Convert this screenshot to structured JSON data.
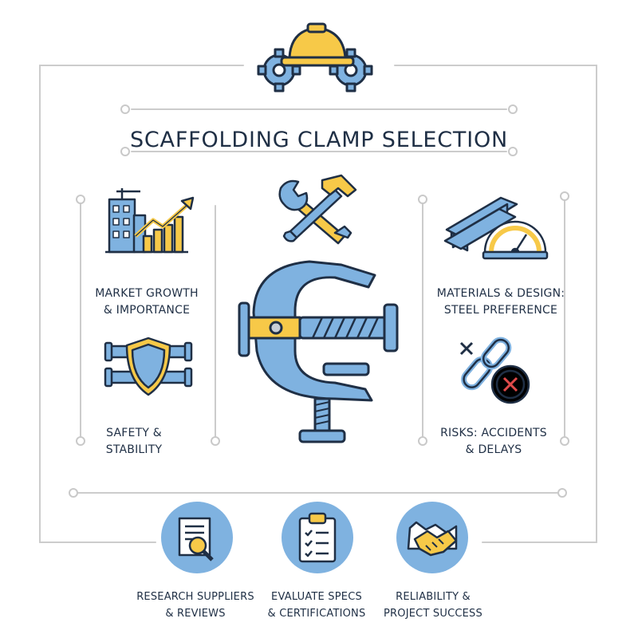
{
  "title": "SCAFFOLDING CLAMP SELECTION",
  "left_items": [
    {
      "line1": "MARKET GROWTH",
      "line2": "& IMPORTANCE",
      "icon": "buildings-growth-chart-icon"
    },
    {
      "line1": "SAFETY &",
      "line2": "STABILITY",
      "icon": "shield-pipes-icon"
    }
  ],
  "right_items": [
    {
      "line1": "MATERIALS & DESIGN:",
      "line2": "STEEL PREFERENCE",
      "icon": "steel-beam-gauge-icon"
    },
    {
      "line1": "RISKS: ACCIDENTS",
      "line2": "& DELAYS",
      "icon": "broken-chain-clock-icon"
    }
  ],
  "bottom_items": [
    {
      "line1": "RESEARCH SUPPLIERS",
      "line2": "& REVIEWS",
      "icon": "document-magnifier-icon"
    },
    {
      "line1": "EVALUATE SPECS",
      "line2": "& CERTIFICATIONS",
      "icon": "checklist-clipboard-icon"
    },
    {
      "line1": "RELIABILITY &",
      "line2": "PROJECT SUCCESS",
      "icon": "handshake-icon"
    }
  ],
  "colors": {
    "navy": "#1f2f45",
    "blue": "#7fb2e0",
    "yellow": "#f7c948",
    "line": "#cfcfcf"
  }
}
